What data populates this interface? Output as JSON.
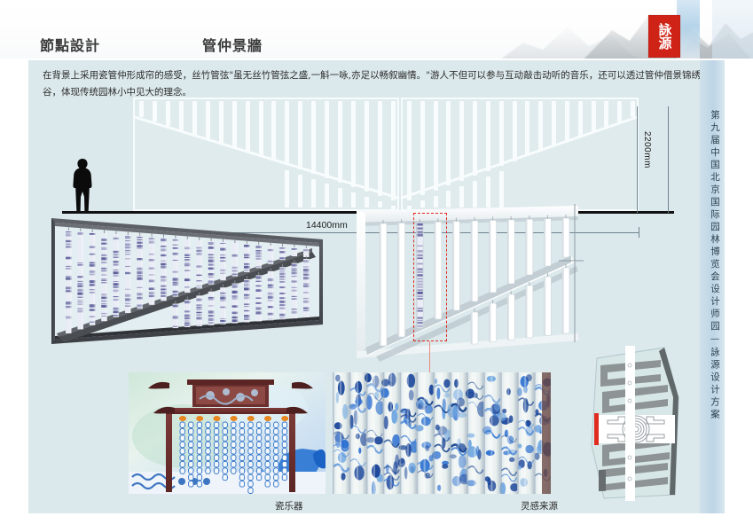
{
  "document": {
    "title_left": "節點設計",
    "title_main": "管仲景牆",
    "seal_text": "詠源",
    "side_caption": "第九届中国北京国际园林博览会设计师园—詠源设计方案"
  },
  "description": {
    "paragraph": "在背景上采用瓷管仲形成帘的感受，丝竹管弦\"虽无丝竹管弦之盛,一斛一咏,亦足以畅叙幽情。\"游人不但可以参与互动敲击动听的音乐，还可以透过管仲借景锦绣谷，体现传统园林小中见大的理念。"
  },
  "elevation": {
    "dimension_height": "2200mm",
    "dimension_width": "14400mm"
  },
  "captions": {
    "photo_left": "瓷乐器",
    "photo_right": "灵感来源"
  },
  "colors": {
    "panel_bg": "#dce9ec",
    "seal_red": "#cf2317",
    "callout_red": "#e02b20",
    "frame_dark": "#4a4d52",
    "porcelain_blue": "#5b5f9e",
    "accent_blue": "#2d4250"
  }
}
